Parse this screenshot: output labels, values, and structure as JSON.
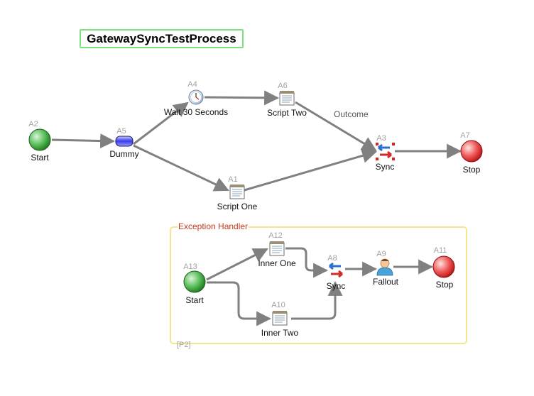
{
  "process": {
    "title": "GatewaySyncTestProcess"
  },
  "nodes": {
    "a2": {
      "id": "A2",
      "label": "Start"
    },
    "a5": {
      "id": "A5",
      "label": "Dummy"
    },
    "a4": {
      "id": "A4",
      "label": "Wait 30 Seconds"
    },
    "a6": {
      "id": "A6",
      "label": "Script Two"
    },
    "a1": {
      "id": "A1",
      "label": "Script One"
    },
    "a3": {
      "id": "A3",
      "label": "Sync"
    },
    "a7": {
      "id": "A7",
      "label": "Stop"
    },
    "a13": {
      "id": "A13",
      "label": "Start"
    },
    "a12": {
      "id": "A12",
      "label": "Inner One"
    },
    "a10": {
      "id": "A10",
      "label": "Inner Two"
    },
    "a8": {
      "id": "A8",
      "label": "Sync"
    },
    "a9": {
      "id": "A9",
      "label": "Fallout"
    },
    "a11": {
      "id": "A11",
      "label": "Stop"
    }
  },
  "edges": {
    "outcome_label": "Outcome"
  },
  "exception_handler": {
    "title": "Exception Handler",
    "id": "[P2]"
  },
  "colors": {
    "start": "#2f9a2f",
    "stop": "#e02020",
    "edge": "#808080",
    "selection": "#e02020"
  }
}
